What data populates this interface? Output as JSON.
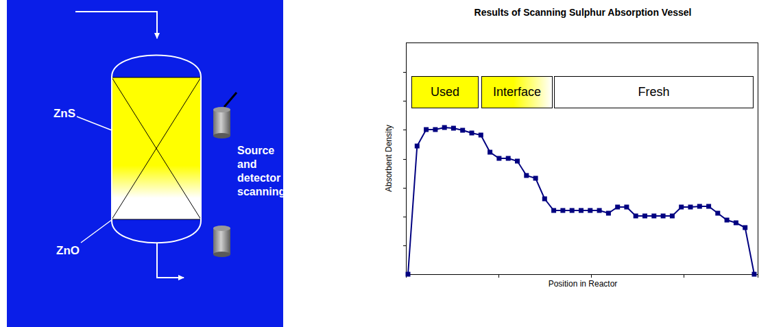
{
  "diagram": {
    "title": "Results of Scanning Sulphur Absorption Vessel",
    "nodes": [
      {
        "text": [
          "Used"
        ]
      },
      {
        "text": [
          "Interface"
        ]
      },
      {
        "text": [
          "Fresh"
        ]
      }
    ],
    "labels": [
      "ZnS",
      "ZnO",
      "Source and detector scanning",
      "Absorbent Density",
      "Position in Reactor"
    ]
  }
}
